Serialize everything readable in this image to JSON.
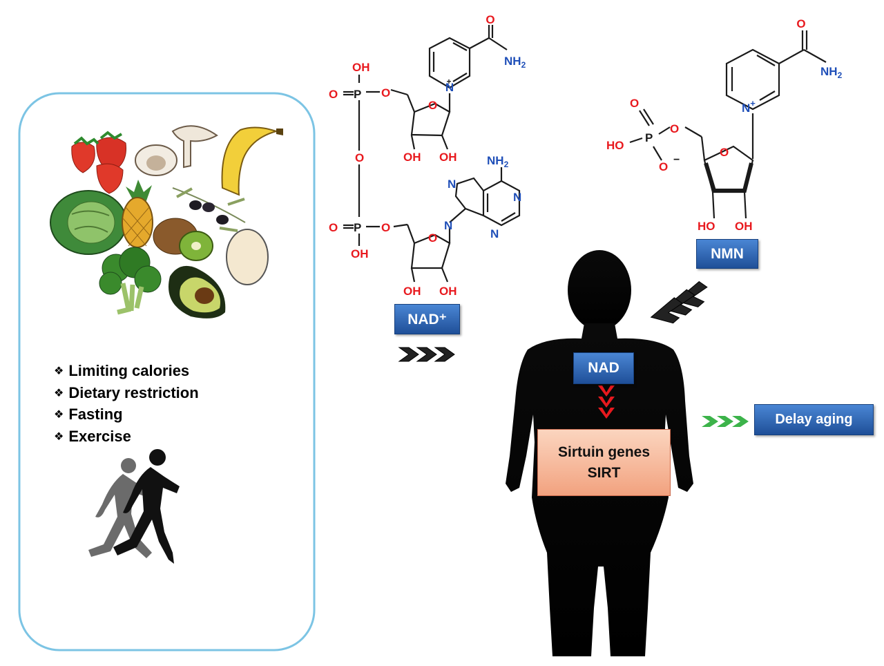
{
  "lifestyle": {
    "items": [
      {
        "symbol": "❖",
        "text": "Limiting calories"
      },
      {
        "symbol": "❖",
        "text": "Dietary restriction"
      },
      {
        "symbol": "❖",
        "text": "Fasting"
      },
      {
        "symbol": "❖",
        "text": "Exercise"
      }
    ],
    "border_color": "#7cc4e4"
  },
  "nad_plus": {
    "label": "NAD⁺",
    "atoms": {
      "oh": "OH",
      "o": "O",
      "p": "P",
      "nh2": "NH2",
      "n": "N",
      "plus": "+"
    }
  },
  "nmn": {
    "label": "NMN",
    "atoms": {
      "ho": "HO",
      "oh": "OH",
      "o": "O",
      "p": "P",
      "nh2": "NH2",
      "n_plus": "N+",
      "minus": "−"
    }
  },
  "body": {
    "nad_label": "NAD",
    "sirtuin_line1": "Sirtuin genes",
    "sirtuin_line2": "SIRT"
  },
  "outcome": {
    "label": "Delay aging"
  },
  "colors": {
    "oxygen": "#e8191e",
    "nitrogen": "#1f4fb8",
    "bond": "#1a1a1a",
    "label_blue": "#2a5db0",
    "sirt_box": "#f5b597",
    "arrow_red": "#e8191e",
    "arrow_green": "#3cb34a",
    "silhouette": "#000000"
  },
  "icons": [
    "food-illustration",
    "runners-silhouette",
    "human-silhouette",
    "chevron-arrow"
  ]
}
